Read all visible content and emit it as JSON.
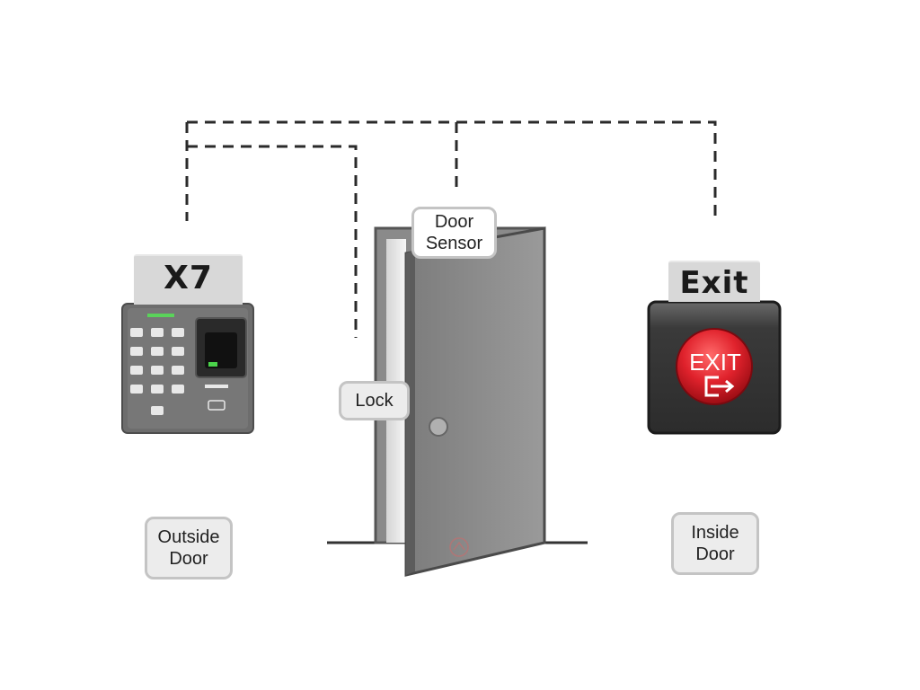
{
  "device_label": "X7",
  "exit_label": "Exit",
  "exit_button_text": "EXIT",
  "door_sensor_label": [
    "Door",
    "Sensor"
  ],
  "lock_label": "Lock",
  "outside_label": [
    "Outside",
    "Door"
  ],
  "inside_label": [
    "Inside",
    "Door"
  ],
  "icons": {
    "exit_arrow": "exit-arrow-icon",
    "fingerprint": "fingerprint-sensor-icon",
    "keypad": "keypad-icon",
    "door_knob": "door-knob-icon"
  },
  "colors": {
    "wire": "#2a2a2a",
    "door": "#8e8e8e",
    "device_body": "#6d6d6d",
    "exit_button": "#d8202a",
    "label_border": "#c4c4c4"
  }
}
